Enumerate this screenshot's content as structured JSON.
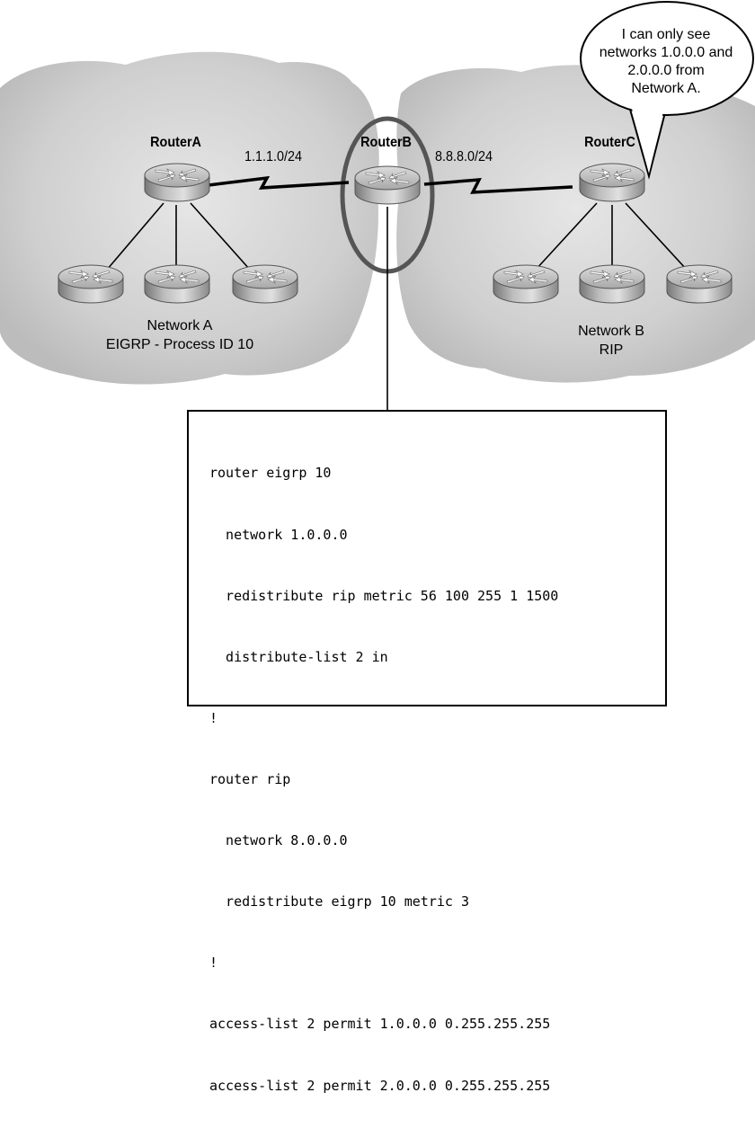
{
  "routers": {
    "a": {
      "label": "RouterA"
    },
    "b": {
      "label": "RouterB"
    },
    "c": {
      "label": "RouterC"
    }
  },
  "links": {
    "ab": {
      "label": "1.1.1.0/24"
    },
    "bc": {
      "label": "8.8.8.0/24"
    }
  },
  "networks": {
    "a": {
      "line1": "Network A",
      "line2": "EIGRP - Process ID 10"
    },
    "b": {
      "line1": "Network B",
      "line2": "RIP"
    }
  },
  "speech_bubble": {
    "lines": [
      "I can only see",
      "networks 1.0.0.0 and",
      "2.0.0.0 from",
      "Network A."
    ]
  },
  "config": {
    "lines": [
      "router eigrp 10",
      "  network 1.0.0.0",
      "  redistribute rip metric 56 100 255 1 1500",
      "  distribute-list 2 in",
      "!",
      "router rip",
      "  network 8.0.0.0",
      "  redistribute eigrp 10 metric 3",
      "!",
      "access-list 2 permit 1.0.0.0 0.255.255.255",
      "access-list 2 permit 2.0.0.0 0.255.255.255"
    ]
  },
  "colors": {
    "cloud": "#d2d2d2",
    "router_body": "#a9a9a9",
    "highlight_ring": "#555555"
  }
}
